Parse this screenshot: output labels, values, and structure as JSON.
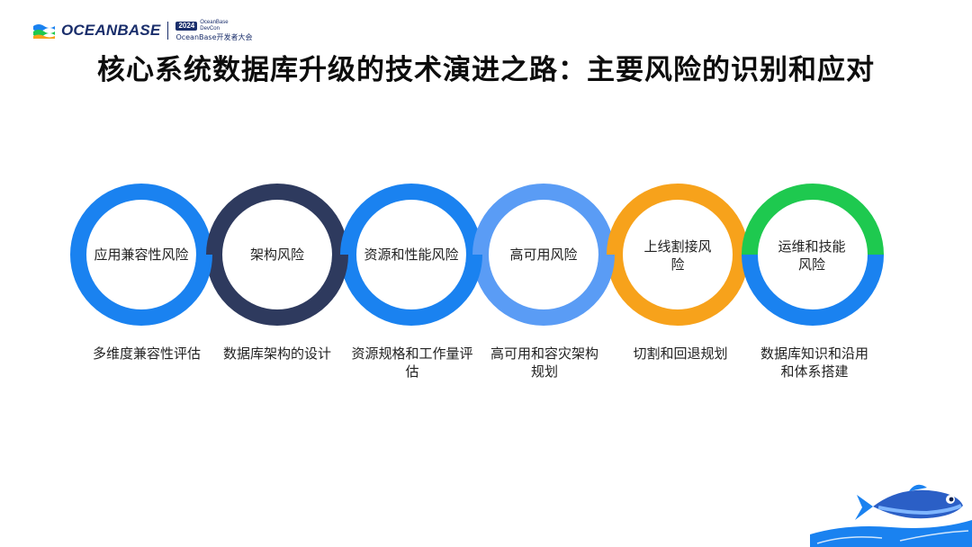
{
  "header": {
    "brand": "OCEANBASE",
    "event_year": "2024",
    "event_name_line1": "OceanBase",
    "event_name_line2": "DevCon",
    "event_subtitle": "OceanBase开发者大会"
  },
  "title": "核心系统数据库升级的技术演进之路：主要风险的识别和应对",
  "rings": [
    {
      "label": "应用兼容性风险",
      "desc": "多维度兼容性评估"
    },
    {
      "label": "架构风险",
      "desc": "数据库架构的设计"
    },
    {
      "label": "资源和性能风险",
      "desc": "资源规格和工作量评估"
    },
    {
      "label": "高可用风险",
      "desc": "高可用和容灾架构规划"
    },
    {
      "label": "上线割接风险",
      "desc": "切割和回退规划"
    },
    {
      "label": "运维和技能风险",
      "desc": "数据库知识和沿用和体系搭建"
    }
  ],
  "colors": {
    "blue": "#1a82f0",
    "navy": "#2e3a5e",
    "light_blue": "#5a9cf5",
    "orange": "#f7a21b",
    "green": "#1ec94f",
    "fish_blue": "#1a82f0"
  }
}
